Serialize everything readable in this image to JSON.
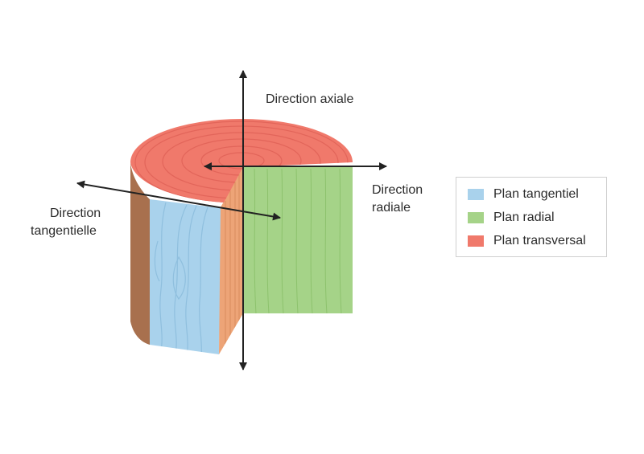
{
  "labels": {
    "axial": "Direction axiale",
    "radial_line1": "Direction",
    "radial_line2": "radiale",
    "tangential_line1": "Direction",
    "tangential_line2": "tangentielle"
  },
  "legend": [
    {
      "label": "Plan tangentiel",
      "color": "#a9d2ec"
    },
    {
      "label": "Plan radial",
      "color": "#a5d388"
    },
    {
      "label": "Plan transversal",
      "color": "#f0796b"
    }
  ],
  "colors": {
    "bark": "#a8704e",
    "rays": "#eda477",
    "axis": "#222222"
  }
}
